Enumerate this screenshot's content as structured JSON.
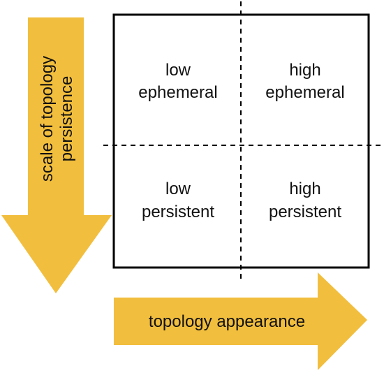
{
  "arrows": {
    "vertical_label_line1": "scale of topology",
    "vertical_label_line2": "persistence",
    "horizontal_label": "topology appearance",
    "color": "#F2BE3D"
  },
  "quadrants": {
    "top_left": {
      "line1": "low",
      "line2": "ephemeral"
    },
    "top_right": {
      "line1": "high",
      "line2": "ephemeral"
    },
    "bottom_left": {
      "line1": "low",
      "line2": "persistent"
    },
    "bottom_right": {
      "line1": "high",
      "line2": "persistent"
    }
  },
  "colors": {
    "border": "#000000",
    "text": "#111111",
    "background": "#ffffff"
  }
}
